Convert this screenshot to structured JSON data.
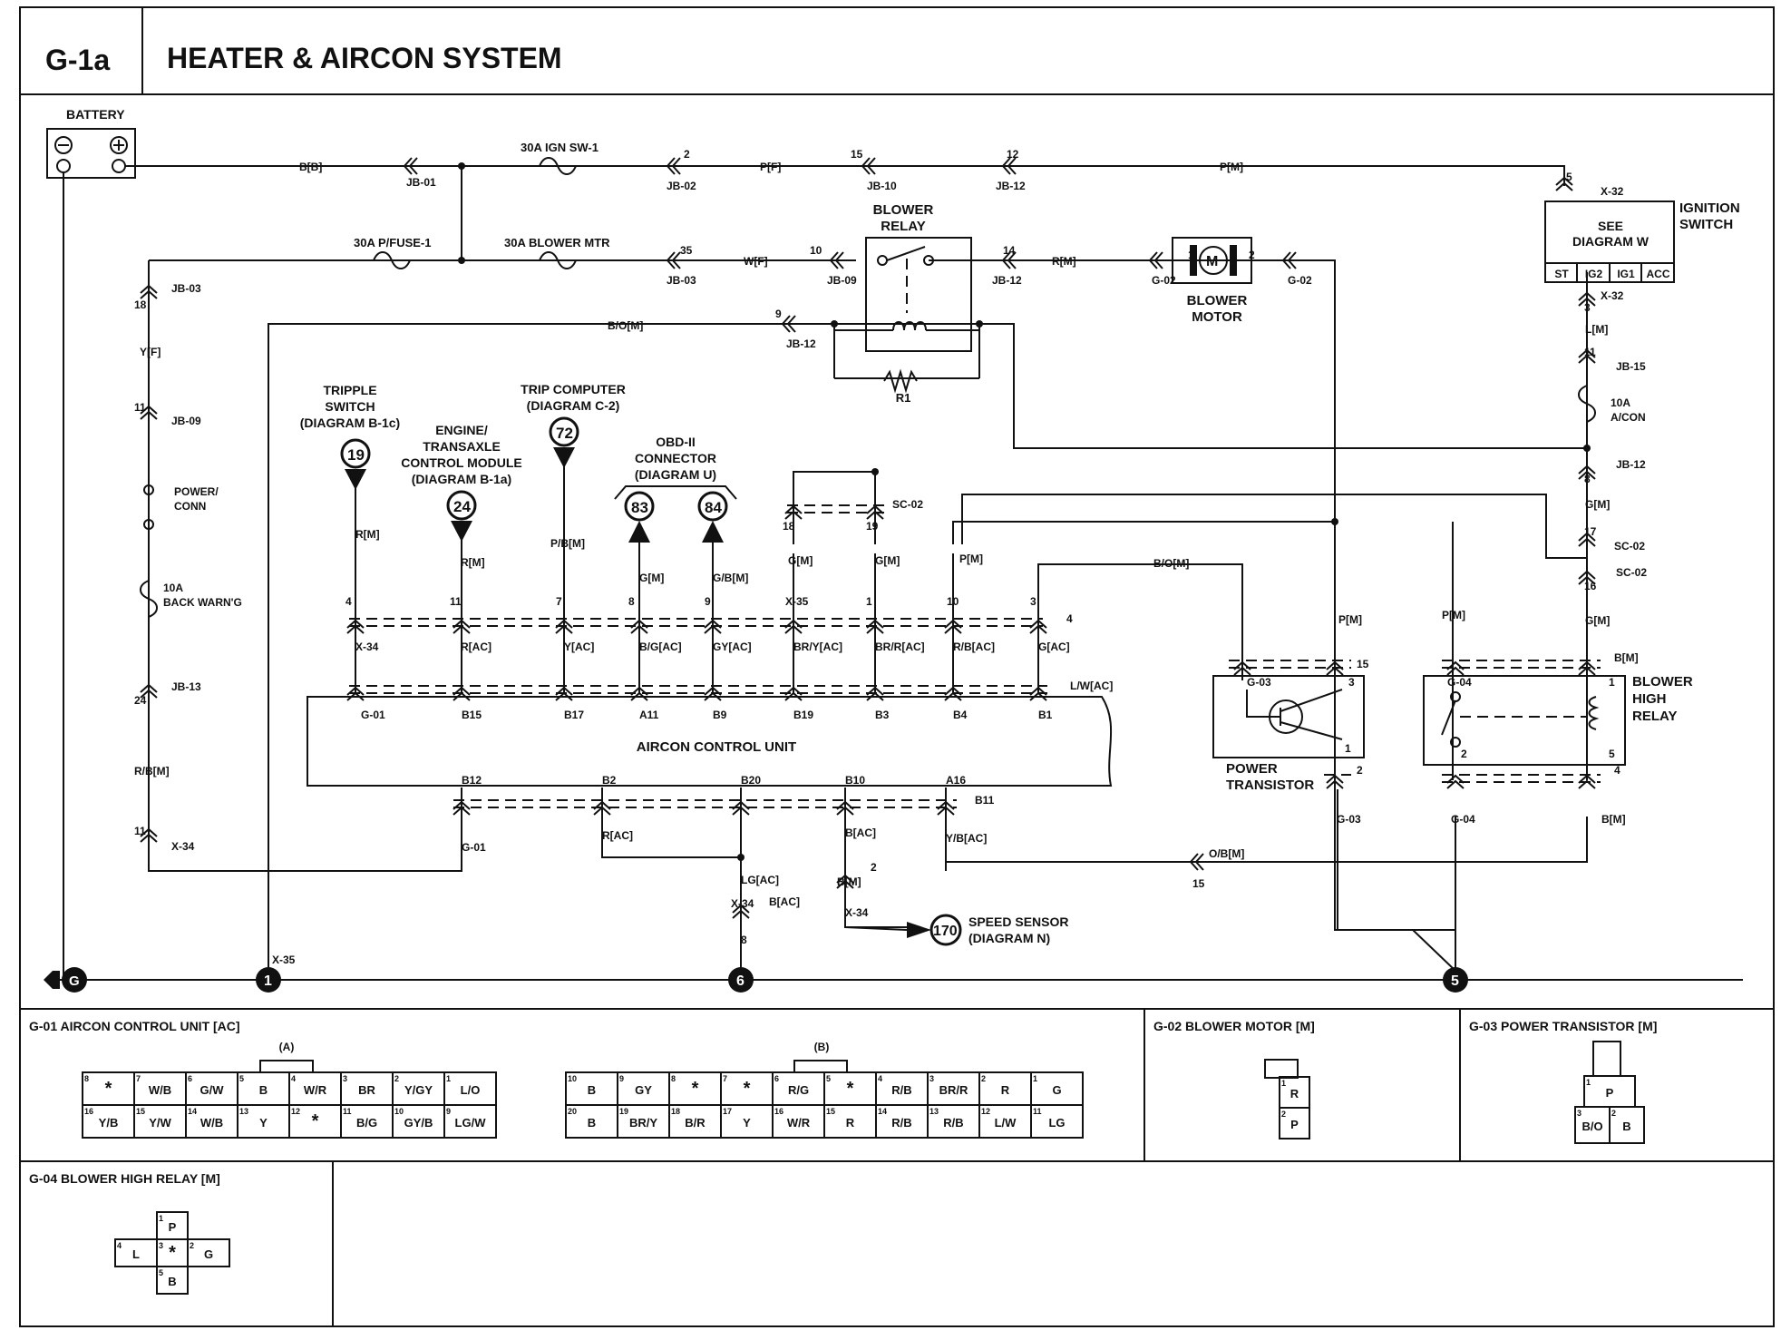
{
  "header": {
    "code": "G-1a",
    "title": "HEATER & AIRCON SYSTEM"
  },
  "battery": {
    "label": "BATTERY"
  },
  "components": {
    "blower_relay": "BLOWER\nRELAY",
    "blower_motor": "BLOWER\nMOTOR",
    "motor_symbol": "M",
    "ignition_switch": "IGNITION\nSWITCH",
    "see_diagram": "SEE\nDIAGRAM  W",
    "ign_positions": [
      "ST",
      "IG2",
      "IG1",
      "ACC"
    ],
    "aircon_unit": "AIRCON CONTROL UNIT",
    "power_transistor": "POWER\nTRANSISTOR",
    "blower_high_relay": "BLOWER\nHIGH\nRELAY",
    "r1": "R1",
    "power_conn": "POWER/\nCONN",
    "back_warn_fuse": "10A\nBACK WARN'G",
    "acon_fuse": "10A\nA/CON",
    "speed_sensor": "SPEED SENSOR\n(DIAGRAM N)"
  },
  "fuses": {
    "ign_sw": "30A IGN SW-1",
    "p_fuse": "30A P/FUSE-1",
    "blower_mtr": "30A BLOWER MTR"
  },
  "references": [
    {
      "num": "19",
      "label": "TRIPPLE\nSWITCH\n(DIAGRAM B-1c)"
    },
    {
      "num": "24",
      "label": "ENGINE/\nTRANSAXLE\nCONTROL MODULE\n(DIAGRAM B-1a)"
    },
    {
      "num": "72",
      "label": "TRIP COMPUTER\n(DIAGRAM C-2)"
    },
    {
      "num": "83",
      "label": "OBD-II\nCONNECTOR\n(DIAGRAM U)"
    },
    {
      "num": "84",
      "label": ""
    },
    {
      "num": "170",
      "label": ""
    }
  ],
  "grounds": [
    "G",
    "1",
    "6",
    "5"
  ],
  "wire_labels": [
    "B[B]",
    "JB-01",
    "2",
    "JB-02",
    "P[F]",
    "15",
    "JB-10",
    "12",
    "JB-12",
    "P[M]",
    "5",
    "X-32",
    "35",
    "JB-03",
    "W[F]",
    "10",
    "JB-09",
    "14",
    "JB-12",
    "R[M]",
    "1",
    "2",
    "G-02",
    "G-02",
    "9",
    "JB-12",
    "B/O[M]",
    "JB-03",
    "18",
    "Y[F]",
    "11",
    "JB-09",
    "JB-13",
    "24",
    "R/B[M]",
    "11",
    "X-34",
    "3",
    "X-32",
    "L[M]",
    "11",
    "JB-15",
    "8",
    "JB-12",
    "G[M]",
    "17",
    "SC-02",
    "16",
    "SC-02",
    "G[M]",
    "P[M]",
    "P[M]",
    "P[M]",
    "B/O[M]",
    "R[M]",
    "R[M]",
    "P/B[M]",
    "G[M]",
    "G/B[M]",
    "G[M]",
    "G[M]",
    "18",
    "19",
    "SC-02",
    "4",
    "11",
    "7",
    "8",
    "9",
    "X-35",
    "1",
    "10",
    "3",
    "4",
    "X-34",
    "R[AC]",
    "Y[AC]",
    "B/G[AC]",
    "GY[AC]",
    "BR/Y[AC]",
    "BR/R[AC]",
    "R/B[AC]",
    "G[AC]",
    "L/W[AC]",
    "G-01",
    "B15",
    "B17",
    "A11",
    "B9",
    "B19",
    "B3",
    "B4",
    "B1",
    "B12",
    "B2",
    "B20",
    "B10",
    "A16",
    "B11",
    "G-01",
    "R[AC]",
    "B[AC]",
    "Y/B[AC]",
    "LG[AC]",
    "B[AC]",
    "X-34",
    "8",
    "B[M]",
    "2",
    "X-34",
    "O/B[M]",
    "15",
    "X-35",
    "15",
    "G-03",
    "3",
    "1",
    "2",
    "G-03",
    "B[M]",
    "G-04",
    "1",
    "2",
    "5",
    "4",
    "G-04",
    "B[M]",
    "L[M]"
  ],
  "connectors": {
    "g01": {
      "title": "G-01 AIRCON CONTROL UNIT [AC]",
      "a_label": "(A)",
      "b_label": "(B)",
      "a_top": [
        [
          "8",
          "*"
        ],
        [
          "7",
          "W/B"
        ],
        [
          "6",
          "G/W"
        ],
        [
          "5",
          "B"
        ],
        [
          "4",
          "W/R"
        ],
        [
          "3",
          "BR"
        ],
        [
          "2",
          "Y/GY"
        ],
        [
          "1",
          "L/O"
        ]
      ],
      "a_bot": [
        [
          "16",
          "Y/B"
        ],
        [
          "15",
          "Y/W"
        ],
        [
          "14",
          "W/B"
        ],
        [
          "13",
          "Y"
        ],
        [
          "12",
          "*"
        ],
        [
          "11",
          "B/G"
        ],
        [
          "10",
          "GY/B"
        ],
        [
          "9",
          "LG/W"
        ]
      ],
      "b_top": [
        [
          "10",
          "B"
        ],
        [
          "9",
          "GY"
        ],
        [
          "8",
          "*"
        ],
        [
          "7",
          "*"
        ],
        [
          "6",
          "R/G"
        ],
        [
          "5",
          "*"
        ],
        [
          "4",
          "R/B"
        ],
        [
          "3",
          "BR/R"
        ],
        [
          "2",
          "R"
        ],
        [
          "1",
          "G"
        ]
      ],
      "b_bot": [
        [
          "20",
          "B"
        ],
        [
          "19",
          "BR/Y"
        ],
        [
          "18",
          "B/R"
        ],
        [
          "17",
          "Y"
        ],
        [
          "16",
          "W/R"
        ],
        [
          "15",
          "R"
        ],
        [
          "14",
          "R/B"
        ],
        [
          "13",
          "R/B"
        ],
        [
          "12",
          "L/W"
        ],
        [
          "11",
          "LG"
        ]
      ]
    },
    "g02": {
      "title": "G-02 BLOWER MOTOR [M]",
      "pins": [
        [
          "1",
          "R"
        ],
        [
          "2",
          "P"
        ]
      ]
    },
    "g03": {
      "title": "G-03 POWER TRANSISTOR [M]",
      "pins": [
        [
          "1",
          "P"
        ],
        [
          "3",
          "B/O"
        ],
        [
          "2",
          "B"
        ]
      ]
    },
    "g04": {
      "title": "G-04 BLOWER HIGH RELAY [M]",
      "pins": [
        [
          "1",
          "P"
        ],
        [
          "4",
          "L"
        ],
        [
          "3",
          "*"
        ],
        [
          "2",
          "G"
        ],
        [
          "5",
          "B"
        ]
      ]
    }
  }
}
